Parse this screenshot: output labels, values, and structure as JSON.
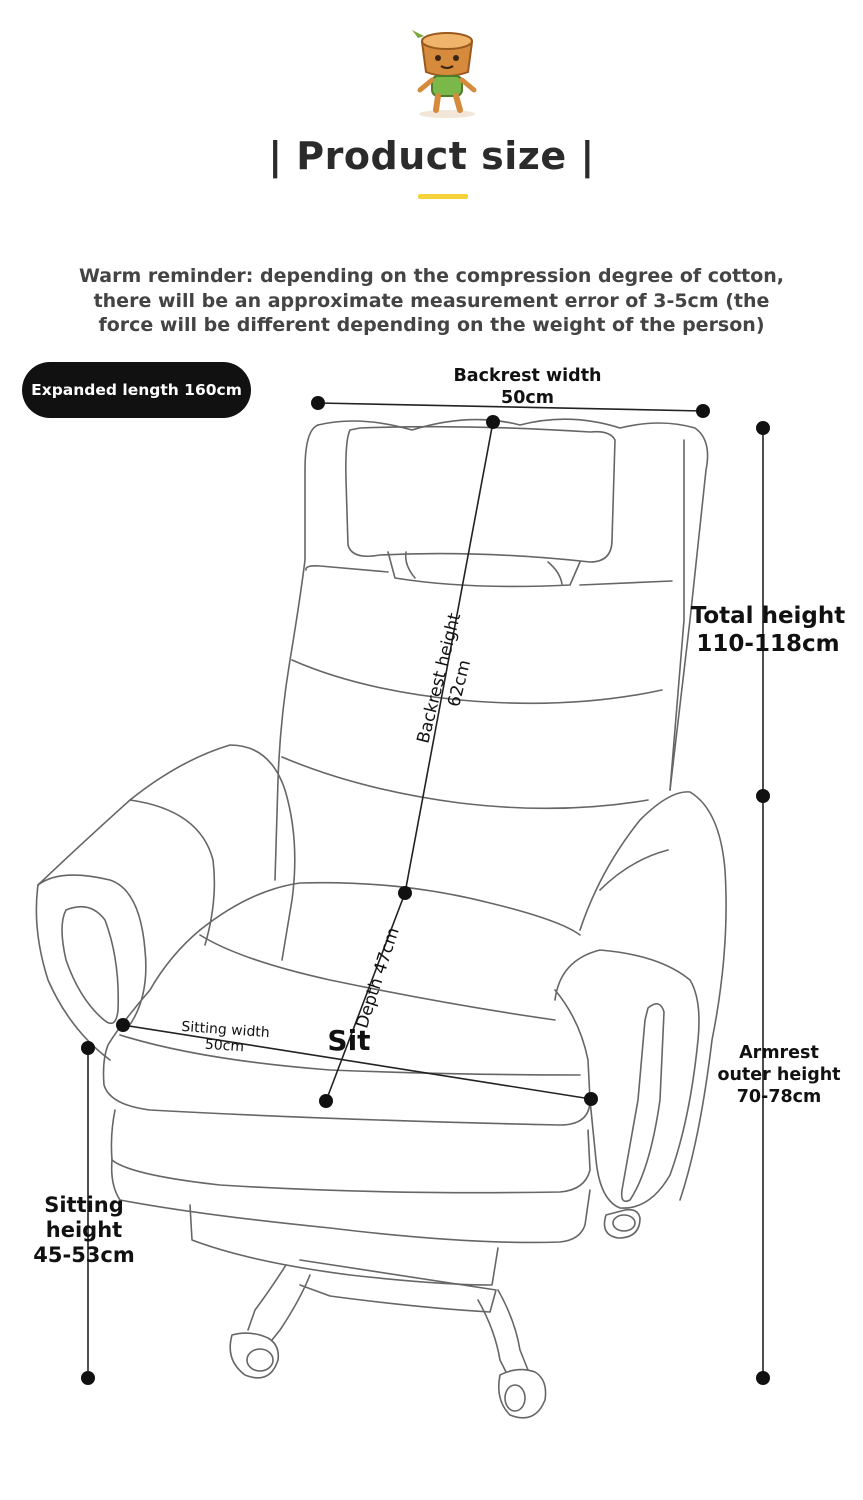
{
  "header": {
    "title": "| Product size |",
    "mascot_icon": "tree-stump-mascot-icon",
    "underline_color": "#f5d23a"
  },
  "reminder": {
    "line1": "Warm reminder: depending on the compression degree of cotton,",
    "line2": "there will be an approximate measurement error of 3-5cm (the",
    "line3": "force will be different depending on the weight of the person)"
  },
  "badge": {
    "text": "Expanded length 160cm"
  },
  "dimensions": {
    "backrest_width": {
      "label": "Backrest width",
      "value": "50cm"
    },
    "backrest_height": {
      "label": "Backrest height",
      "value": "62cm"
    },
    "total_height": {
      "label": "Total height",
      "value": "110-118cm"
    },
    "depth": {
      "label": "Depth 47cm"
    },
    "sitting_width": {
      "label": "Sitting width",
      "value": "50cm"
    },
    "sit": {
      "label": "Sit"
    },
    "armrest_height": {
      "line1": "Armrest",
      "line2": "outer height",
      "value": "70-78cm"
    },
    "sitting_height": {
      "line1": "Sitting",
      "line2": "height",
      "value": "45-53cm"
    }
  }
}
